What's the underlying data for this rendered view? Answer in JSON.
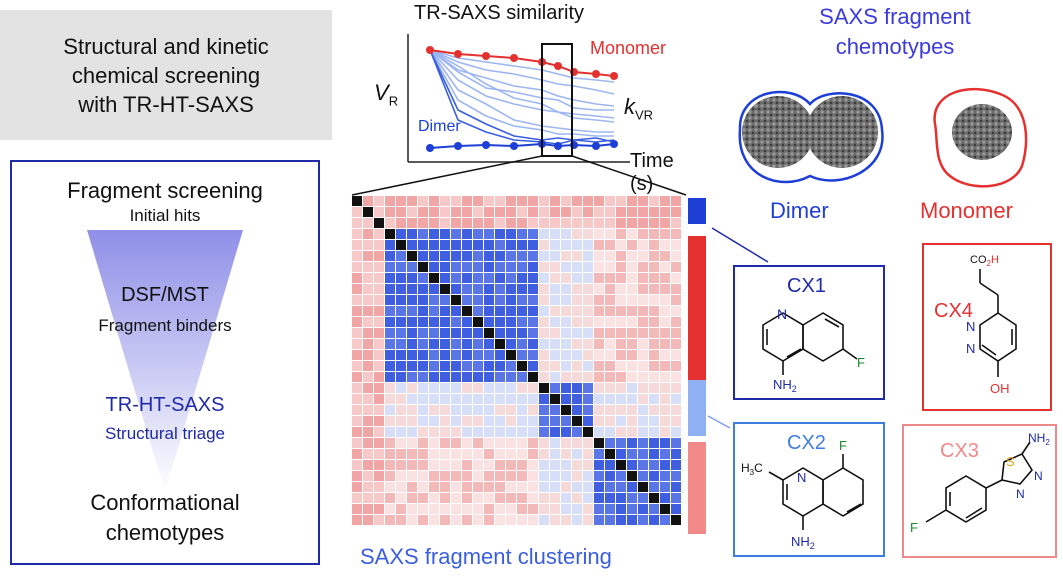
{
  "header": {
    "line1": "Structural and kinetic",
    "line2": "chemical screening",
    "line3": "with TR-HT-SAXS"
  },
  "workflow": {
    "step1_title": "Fragment screening",
    "step1_sub": "Initial hits",
    "step2_title": "DSF/MST",
    "step2_sub": "Fragment binders",
    "step3_title": "TR-HT-SAXS",
    "step3_sub": "Structural triage",
    "step4_line1": "Conformational",
    "step4_line2": "chemotypes"
  },
  "similarity_plot": {
    "title": "TR-SAXS similarity",
    "ylabel_main": "V",
    "ylabel_sub": "R",
    "rate_main": "k",
    "rate_sub": "VR",
    "xlabel": "Time (s)",
    "monomer_label": "Monomer",
    "dimer_label": "Dimer",
    "colors": {
      "monomer": "#e53030",
      "dimer": "#1d3fd6",
      "traces": "#7ea0ee"
    }
  },
  "heatmap": {
    "caption": "SAXS fragment clustering"
  },
  "chemotypes": {
    "title_line1": "SAXS fragment",
    "title_line2": "chemotypes",
    "dimer_label": "Dimer",
    "monomer_label": "Monomer"
  },
  "compounds": {
    "cx1": {
      "name": "CX1",
      "sub_f": "F",
      "sub_nh2": "NH",
      "sub_nh2_idx": "2",
      "ring_n": "N",
      "color": "#1e2aa8"
    },
    "cx2": {
      "name": "CX2",
      "sub_f": "F",
      "sub_ch3": "H",
      "sub_ch3_idx": "3",
      "sub_ch3_c": "C",
      "sub_nh2": "NH",
      "sub_nh2_idx": "2",
      "ring_n": "N",
      "color": "#3f7ee0"
    },
    "cx3": {
      "name": "CX3",
      "sub_s": "S",
      "sub_nh2": "NH",
      "sub_nh2_idx": "2",
      "ring_n1": "N",
      "ring_n2": "N",
      "sub_f": "F",
      "color": "#f08a8a"
    },
    "cx4": {
      "name": "CX4",
      "sub_co2h_a": "CO",
      "sub_co2h_idx": "2",
      "sub_co2h_b": "H",
      "ring_n1": "N",
      "ring_n2": "N",
      "sub_oh": "OH",
      "color": "#e53030"
    }
  }
}
